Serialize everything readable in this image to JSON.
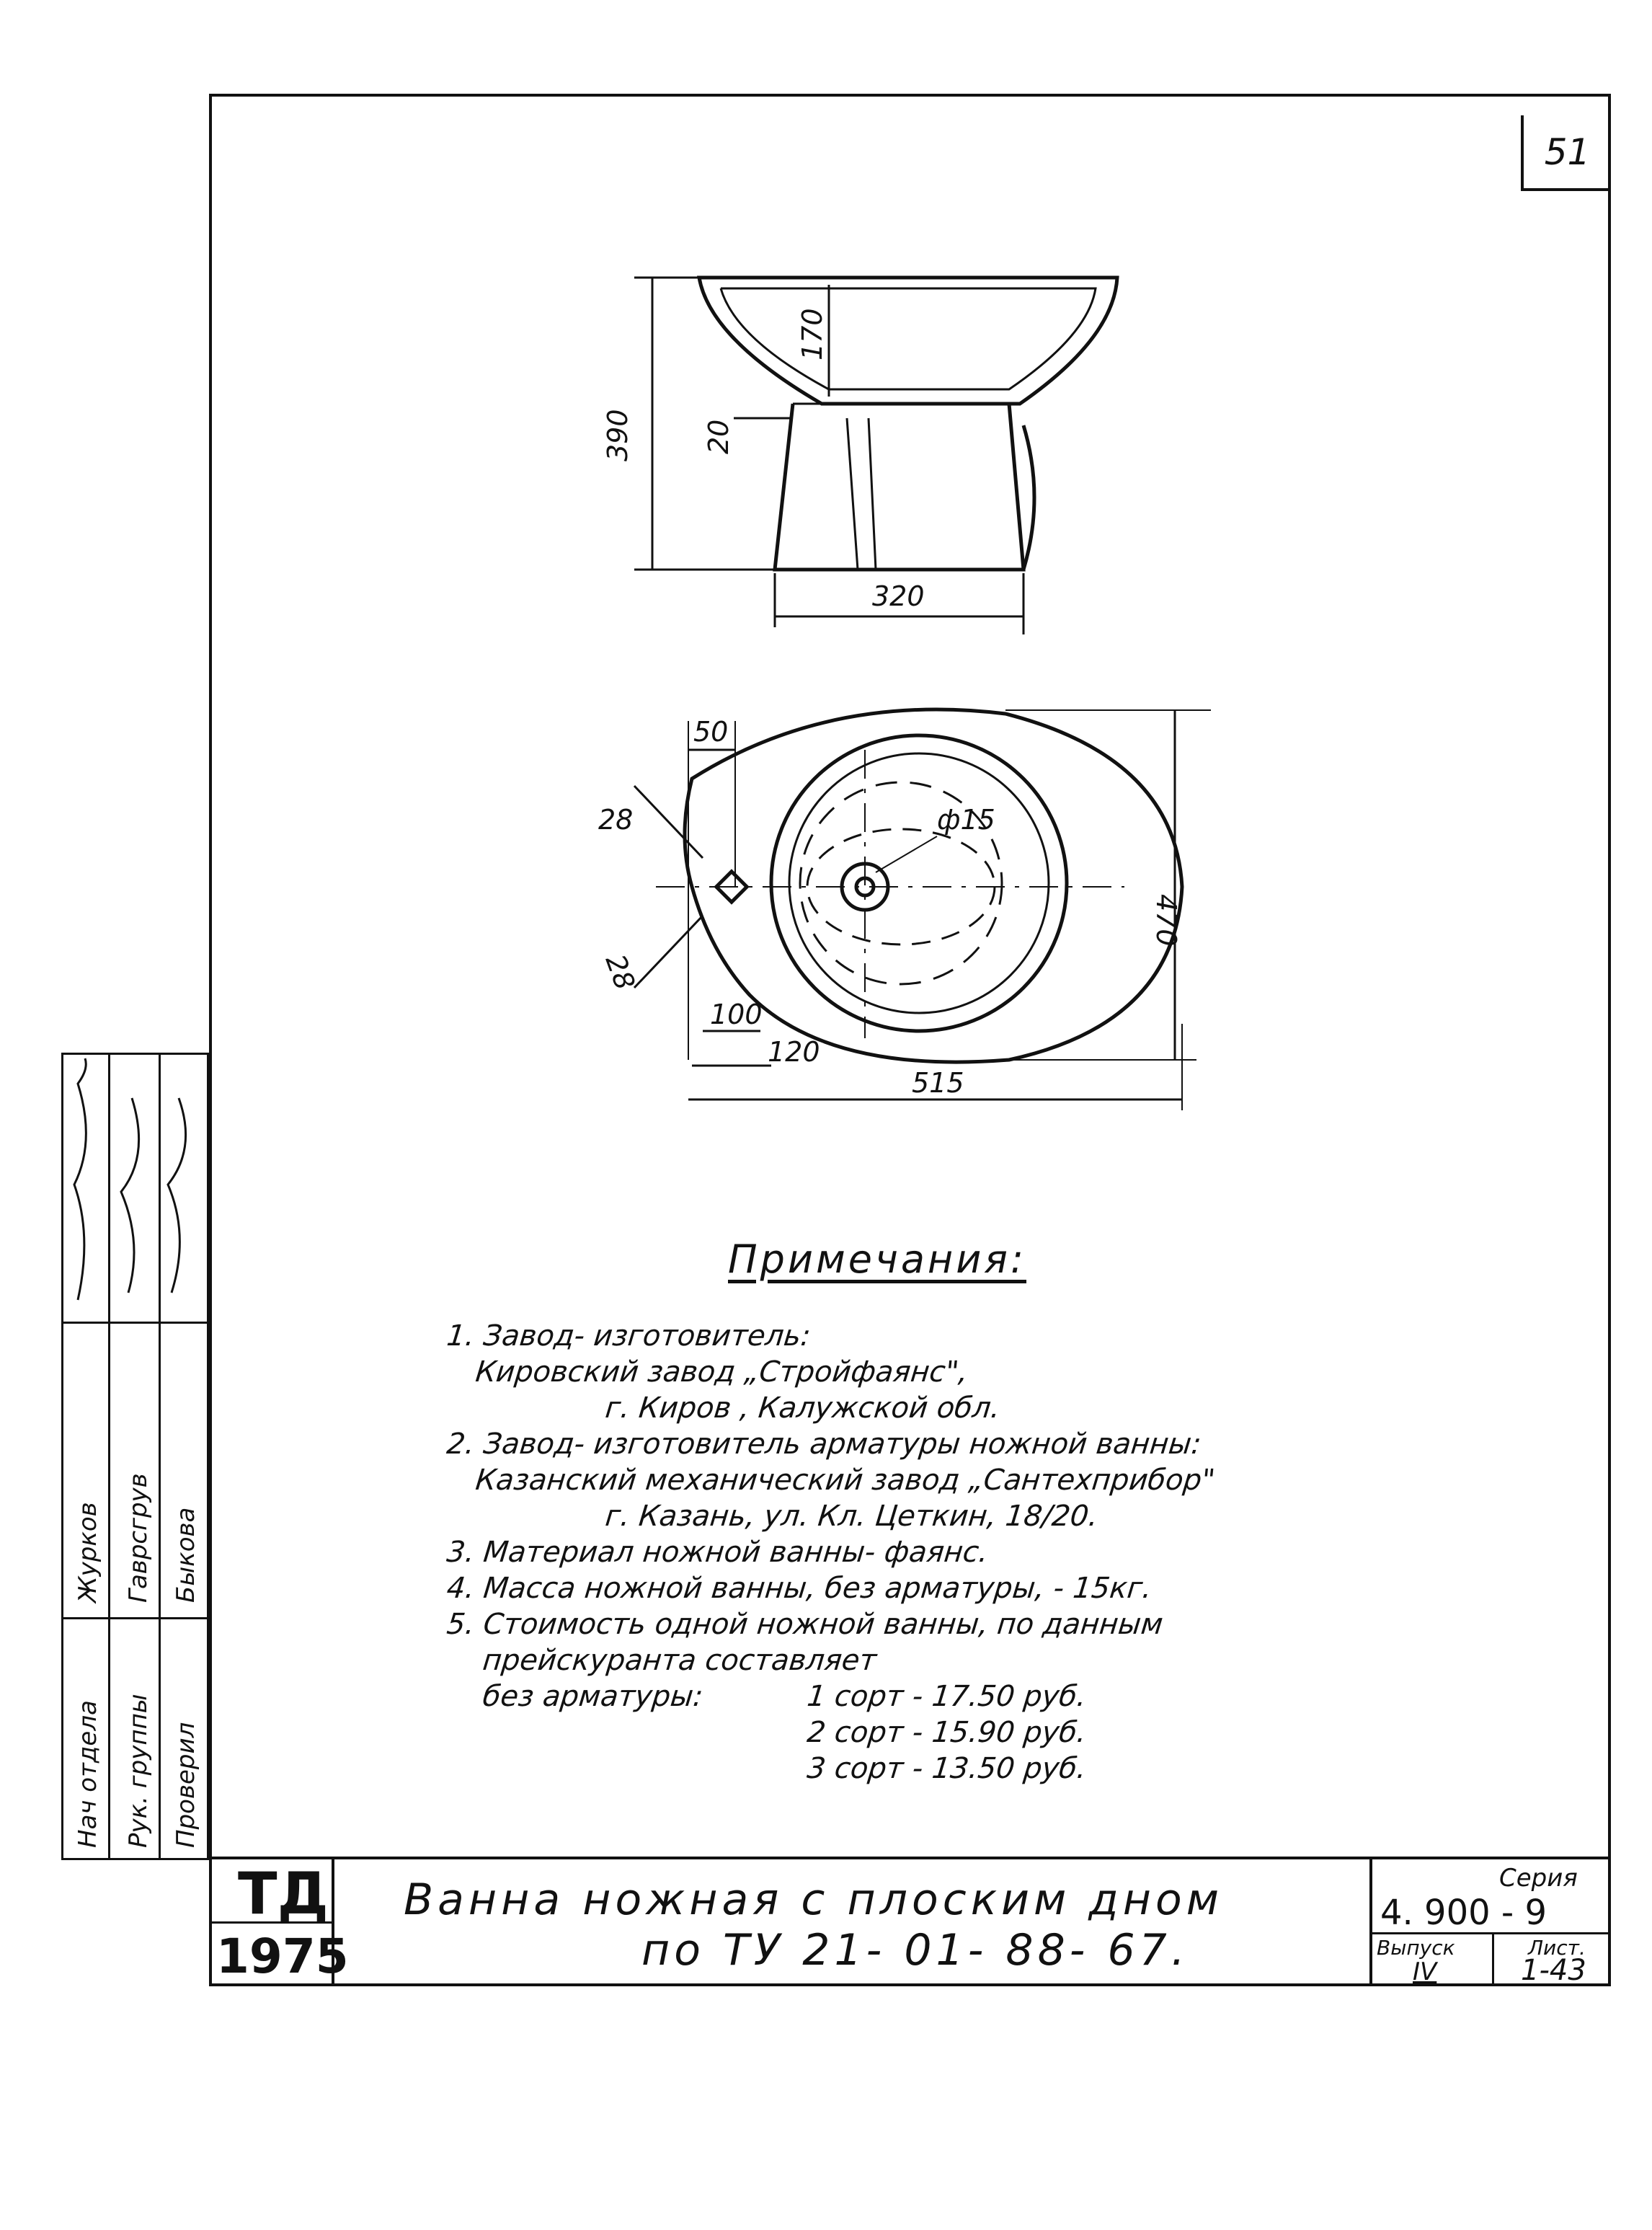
{
  "sheet_number": "51",
  "drawing": {
    "side_view": {
      "dim_height": "390",
      "dim_top": "170",
      "dim_step": "20",
      "dim_base": "320"
    },
    "plan_view": {
      "dim_50": "50",
      "dim_28a": "28",
      "dim_28b": "28",
      "dim_diameter": "ф15",
      "dim_470": "470",
      "dim_100": "100",
      "dim_120": "120",
      "dim_515": "515"
    }
  },
  "notes": {
    "title": "Примечания:",
    "lines": [
      "1. Завод- изготовитель:",
      "Кировский завод „Стройфаянс\",",
      "г. Киров , Калужской обл.",
      "2. Завод- изготовитель арматуры ножной ванны:",
      "Казанский механический завод „Сантехприбор\"",
      "г. Казань, ул. Кл. Цеткин, 18/20.",
      "3. Материал ножной ванны- фаянс.",
      "4. Масса ножной ванны, без арматуры, - 15кг.",
      "5. Стоимость одной ножной ванны, по данным",
      "прейскуранта составляет",
      "без арматуры:",
      "1 сорт - 17.50 руб.",
      "2 сорт - 15.90 руб.",
      "3 сорт - 13.50 руб."
    ]
  },
  "side_table": {
    "roles": [
      "Нач отдела",
      "Рук. группы",
      "Проверил"
    ],
    "names": [
      "Журков",
      "Гаврсгрув",
      "Быкова"
    ]
  },
  "title_block": {
    "org_mark_top": "ТД",
    "org_mark_bottom": "1975",
    "title_line1": "Ванна ножная с плоским дном",
    "title_line2": "по ТУ 21- 01- 88- 67.",
    "series_label": "Серия",
    "series_value": "4. 900 - 9",
    "issue_label": "Выпуск",
    "issue_value": "IV",
    "sheet_label": "Лист.",
    "sheet_value": "1-43"
  }
}
